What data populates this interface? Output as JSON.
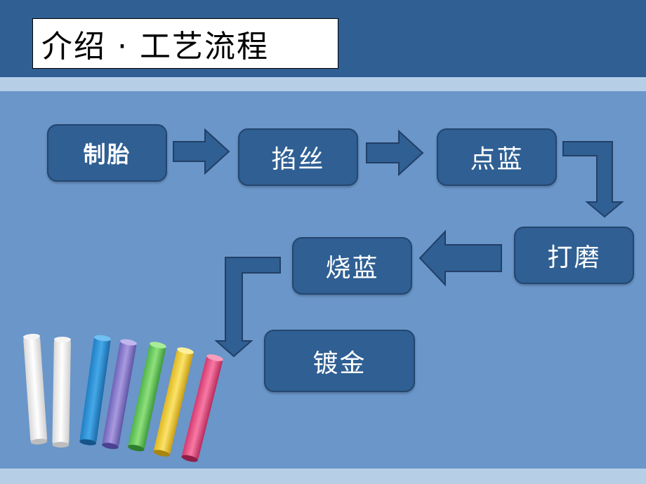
{
  "slide": {
    "title": "介绍 · 工艺流程"
  },
  "flow": {
    "steps": [
      {
        "label": "制胎"
      },
      {
        "label": "掐丝"
      },
      {
        "label": "点蓝"
      },
      {
        "label": "打磨"
      },
      {
        "label": "烧蓝"
      },
      {
        "label": "镀金"
      }
    ]
  },
  "colors": {
    "header": "#2f5f93",
    "background": "#6a96c9",
    "band": "#b7cfe6",
    "step_fill": "#2f5f93",
    "arrow_fill": "#2f5f93"
  },
  "decoration": {
    "chalk_colors": [
      "white",
      "white",
      "blue",
      "purple",
      "green",
      "yellow",
      "pink"
    ]
  }
}
